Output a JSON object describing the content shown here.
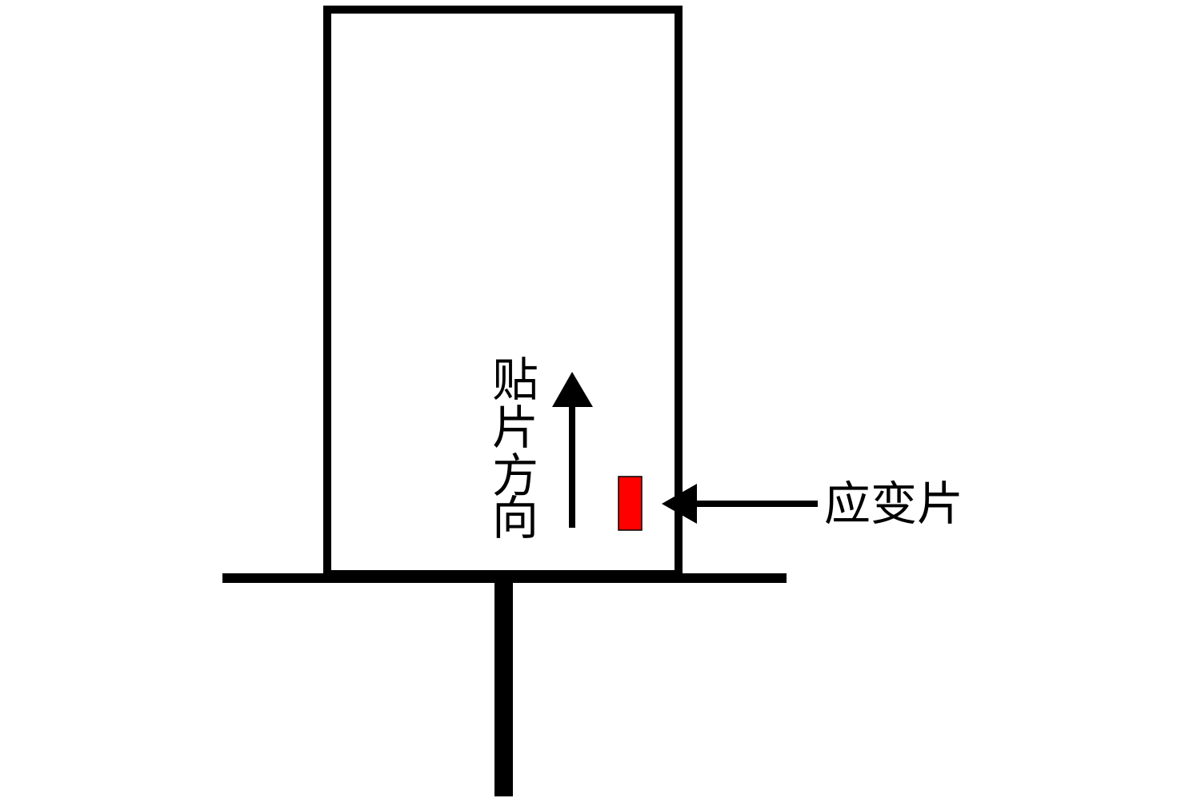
{
  "labels": {
    "direction": [
      "贴",
      "片",
      "方",
      "向"
    ],
    "strain_gauge": "应变片"
  },
  "colors": {
    "line": "#000000",
    "gauge": "#ff0000",
    "background": "#ffffff"
  }
}
